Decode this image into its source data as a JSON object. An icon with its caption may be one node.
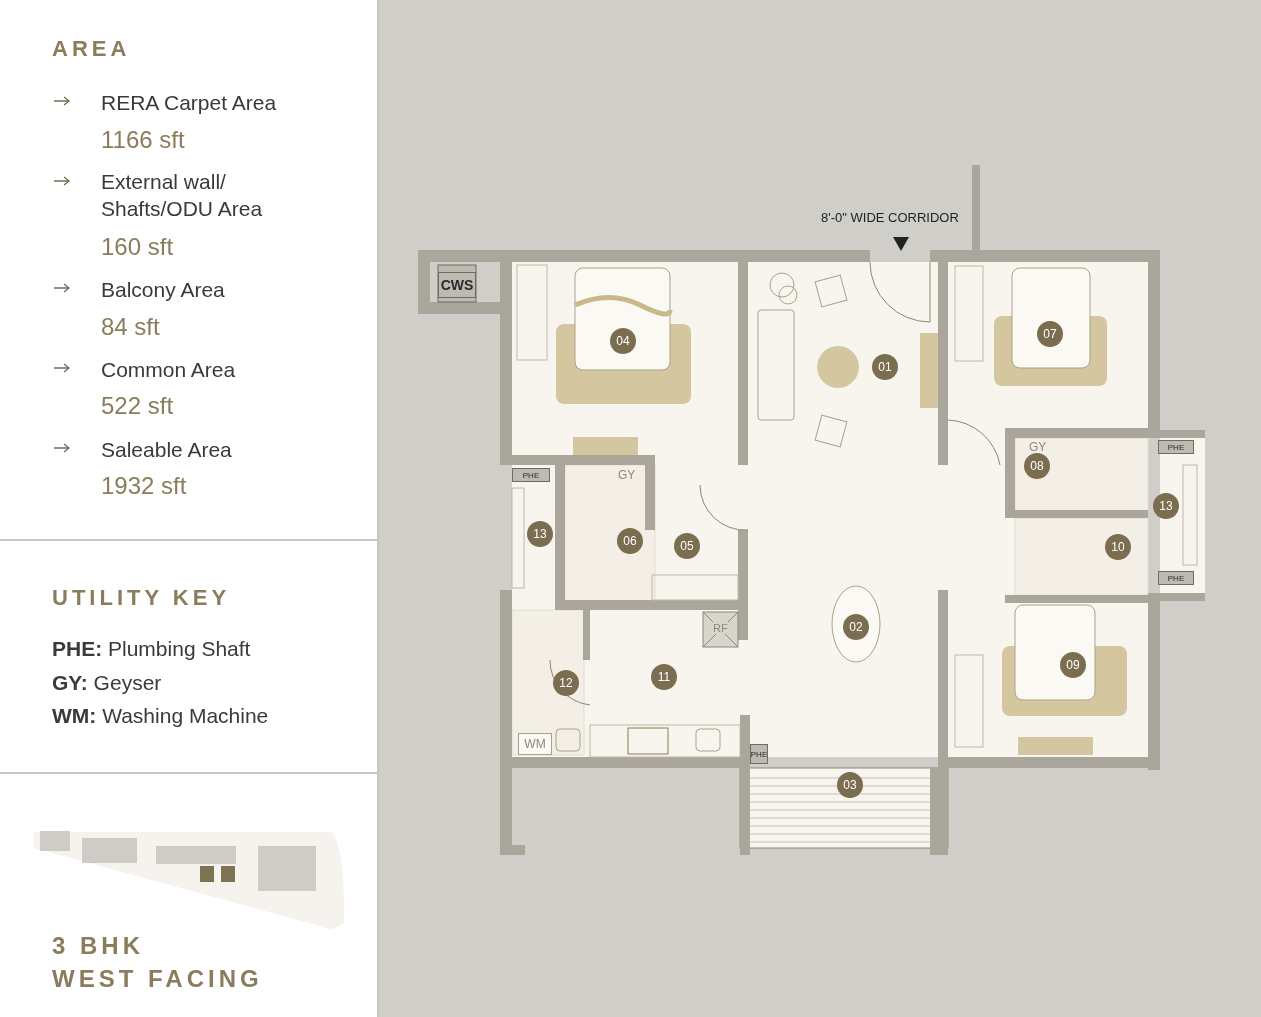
{
  "diagram": {
    "nodes": [
      {
        "text": [
          "CWS"
        ]
      },
      {
        "text": [
          "04"
        ]
      },
      {
        "text": [
          "01"
        ]
      },
      {
        "text": [
          "07"
        ]
      },
      {
        "text": [
          "PHE"
        ]
      },
      {
        "text": [
          "08"
        ]
      },
      {
        "text": [
          "PHE"
        ]
      },
      {
        "text": [
          "13"
        ]
      },
      {
        "text": [
          "13"
        ]
      },
      {
        "text": [
          "06"
        ]
      },
      {
        "text": [
          "05"
        ]
      },
      {
        "text": [
          "10"
        ]
      },
      {
        "text": [
          "PHE"
        ]
      },
      {
        "text": [
          "02"
        ]
      },
      {
        "text": [
          "09"
        ]
      },
      {
        "text": [
          "11"
        ]
      },
      {
        "text": [
          "12"
        ]
      },
      {
        "text": [
          "WM"
        ]
      },
      {
        "text": [
          "PHE"
        ]
      },
      {
        "text": [
          "03"
        ]
      }
    ],
    "labels": [
      "AREA",
      "RERA Carpet Area",
      "1166 sft",
      "External wall/ Shafts/ODU Area",
      "160 sft",
      "Balcony Area",
      "84 sft",
      "Common Area",
      "522 sft",
      "Saleable Area",
      "1932 sft",
      "UTILITY KEY",
      "**PHE:** Plumbing Shaft",
      "**GY:** Geyser",
      "**WM:** Washing Machine",
      "3 BHK",
      "WEST FACING",
      "8'-0\" WIDE CORRIDOR",
      "GY",
      "GY",
      "RF"
    ]
  }
}
